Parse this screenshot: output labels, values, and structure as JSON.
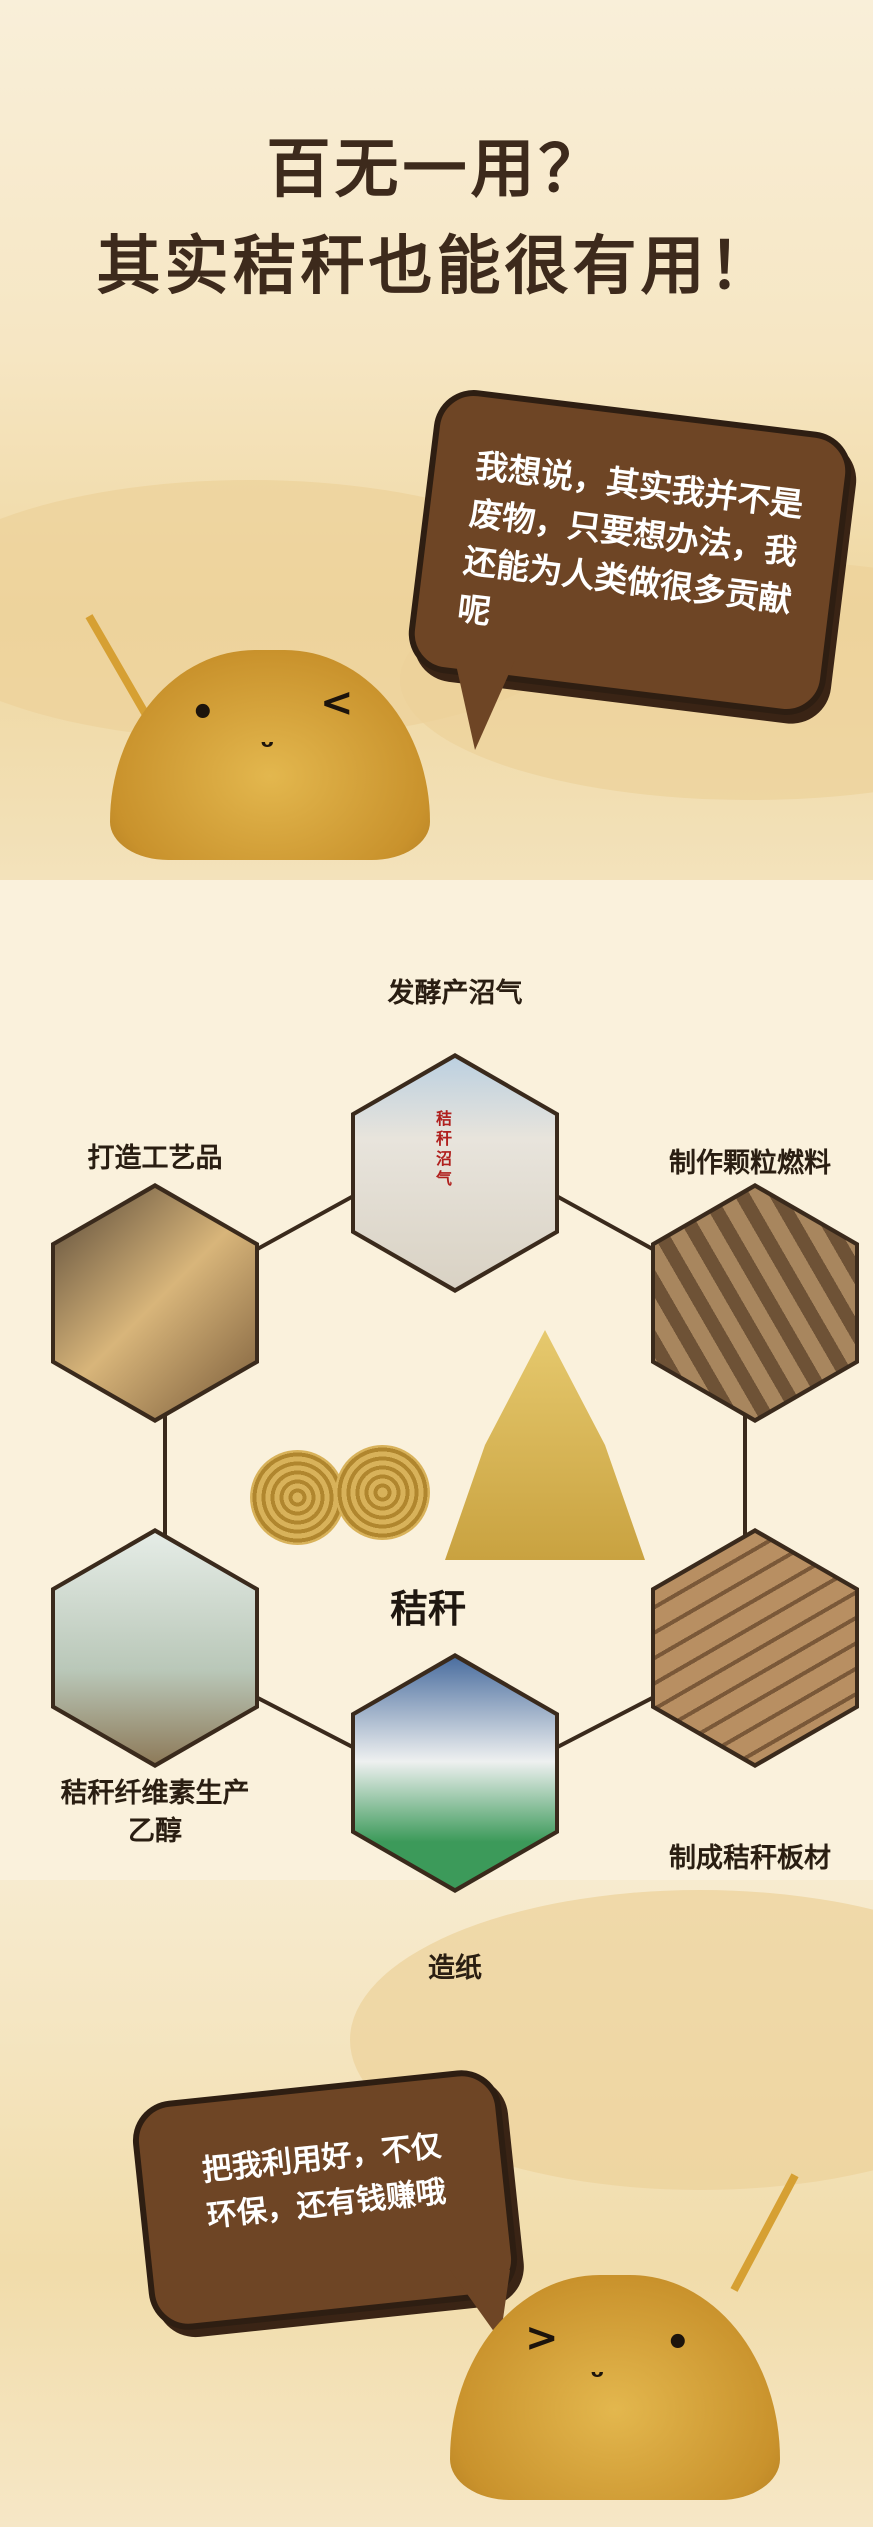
{
  "header": {
    "title_line1": "百无一用？",
    "title_line2": "其实秸秆也能很有用！"
  },
  "bubble_top": {
    "text": "我想说，其实我并不是废物，只要想办法，我还能为人类做很多贡献呢"
  },
  "diagram": {
    "center_label": "秸秆",
    "items": [
      {
        "label": "发酵产沼气",
        "photo_text": "秸秆沼气"
      },
      {
        "label": "打造工艺品"
      },
      {
        "label": "制作颗粒燃料"
      },
      {
        "label": "秸秆纤维素生产乙醇"
      },
      {
        "label": "制成秸秆板材"
      },
      {
        "label": "造纸"
      }
    ]
  },
  "bubble_bottom": {
    "text": "把我利用好，不仅环保，还有钱赚哦"
  },
  "colors": {
    "bubble": "#6e4525",
    "outline": "#2e1e12",
    "hay": "#d9a63d",
    "background": "#f7ecd2"
  }
}
